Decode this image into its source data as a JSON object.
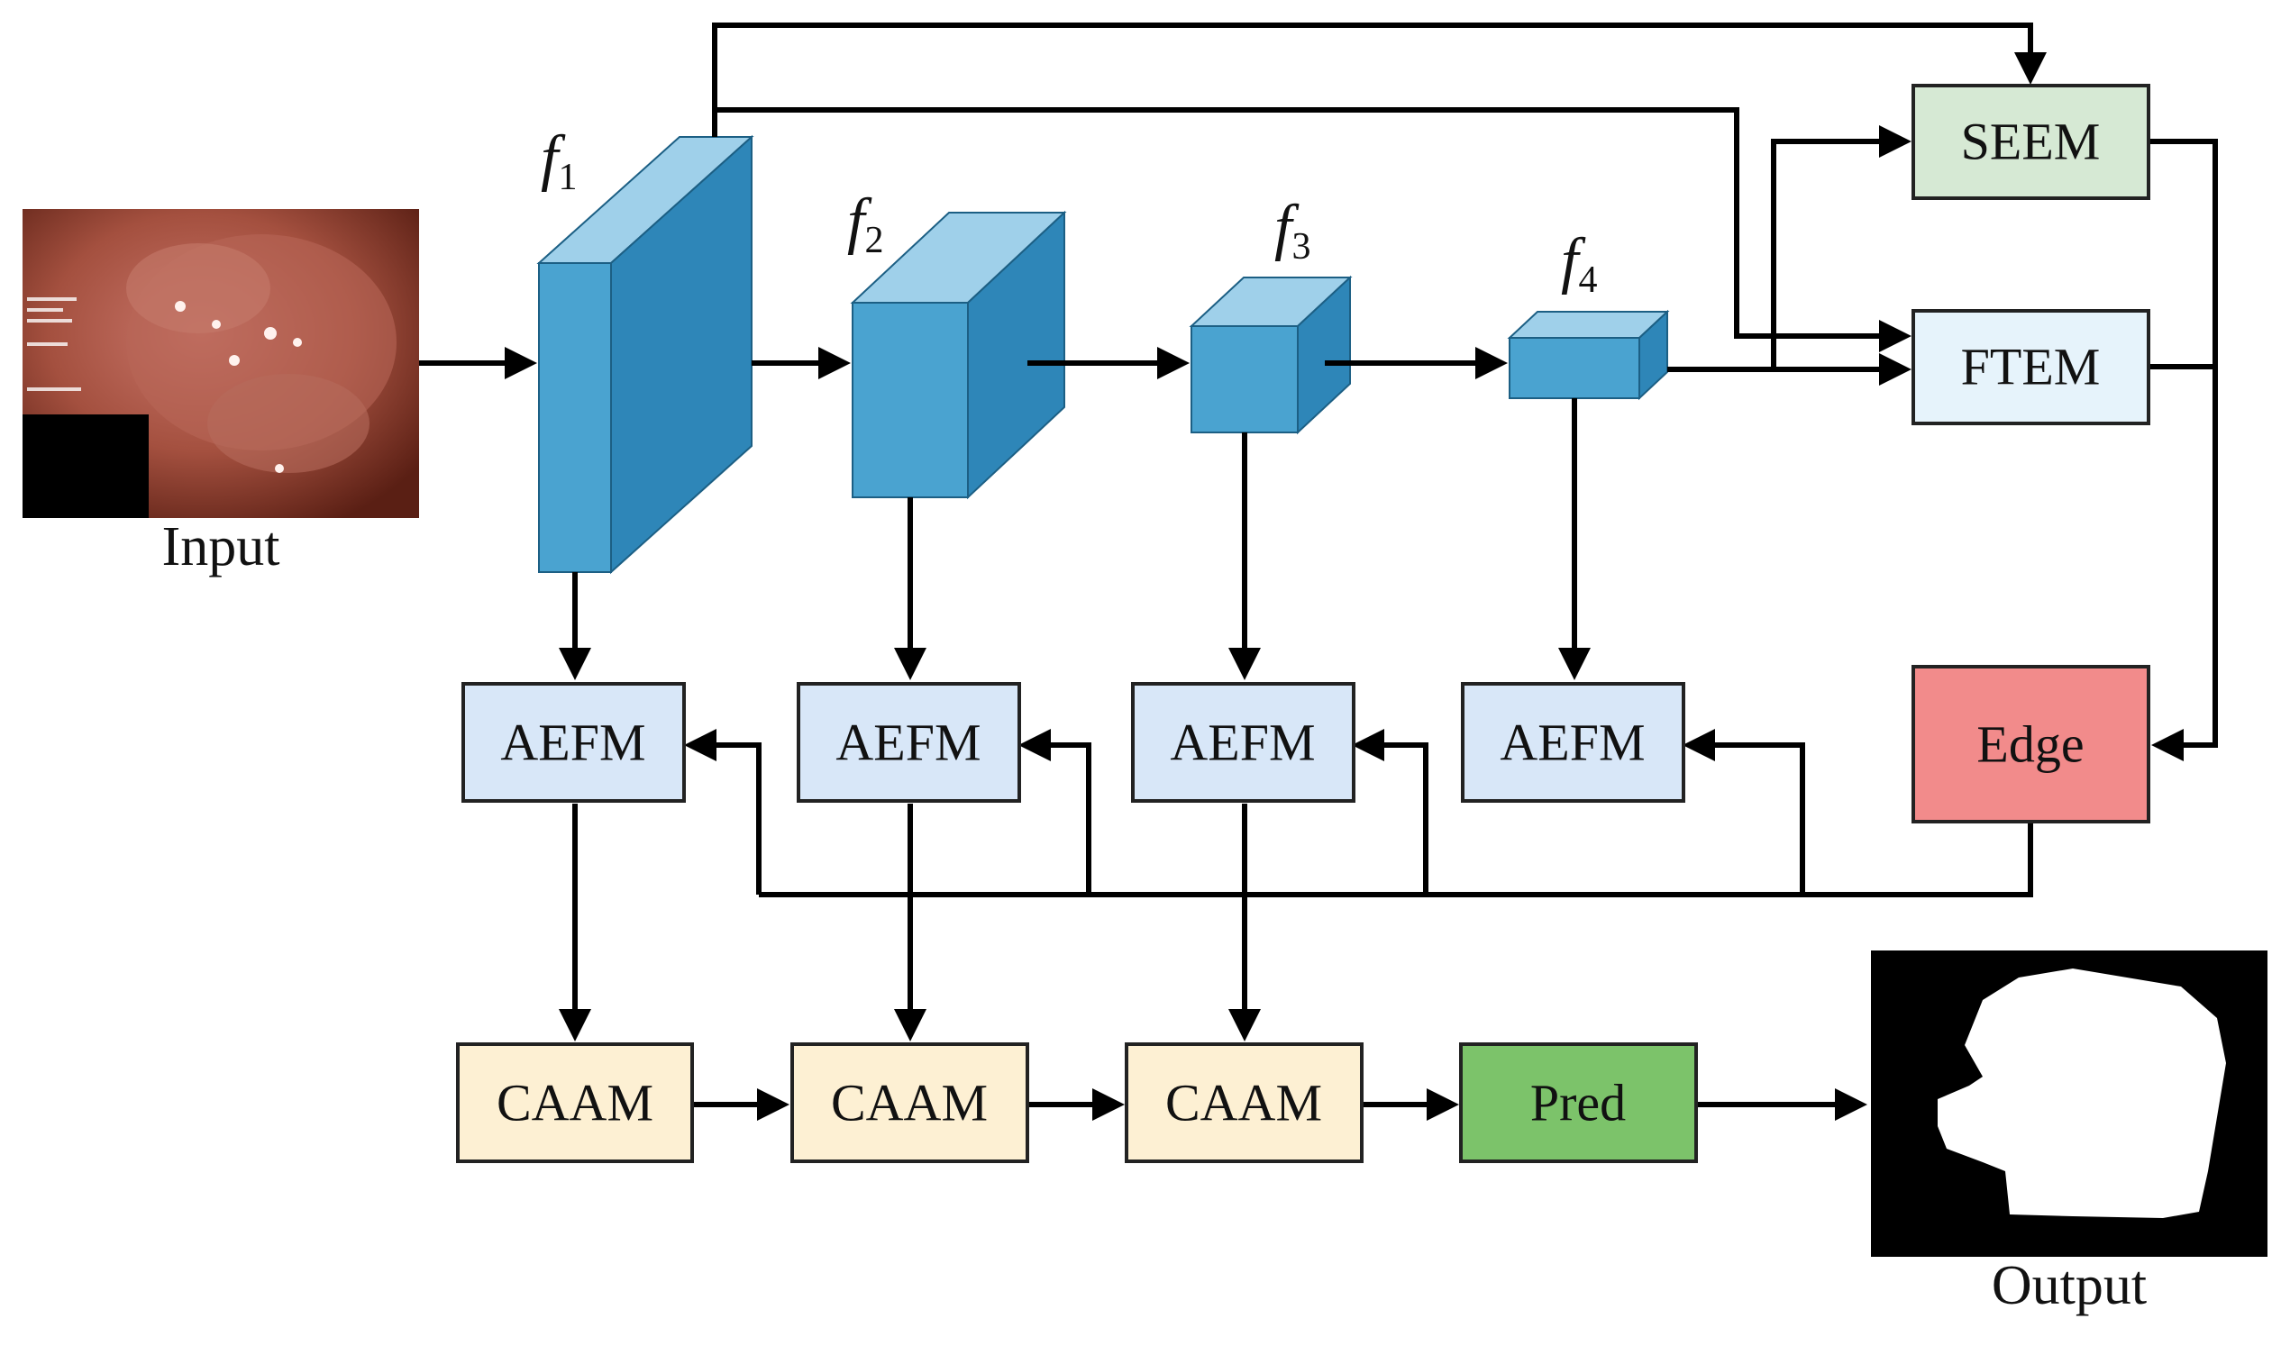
{
  "labels": {
    "input": "Input",
    "output": "Output"
  },
  "features": [
    {
      "sym": "f",
      "sub": "1"
    },
    {
      "sym": "f",
      "sub": "2"
    },
    {
      "sym": "f",
      "sub": "3"
    },
    {
      "sym": "f",
      "sub": "4"
    }
  ],
  "modules": {
    "seem": "SEEM",
    "ftem": "FTEM",
    "edge": "Edge",
    "aefm": "AEFM",
    "caam": "CAAM",
    "pred": "Pred"
  },
  "colors": {
    "cube_front": "#4aa3d0",
    "cube_top": "#9fd0ea",
    "cube_side": "#2e86b8",
    "seem": "#d6e9d4",
    "ftem": "#e6f3fb",
    "edge": "#f28b8b",
    "aefm": "#d8e7f8",
    "caam": "#fdf0d3",
    "pred": "#7cc36a"
  }
}
